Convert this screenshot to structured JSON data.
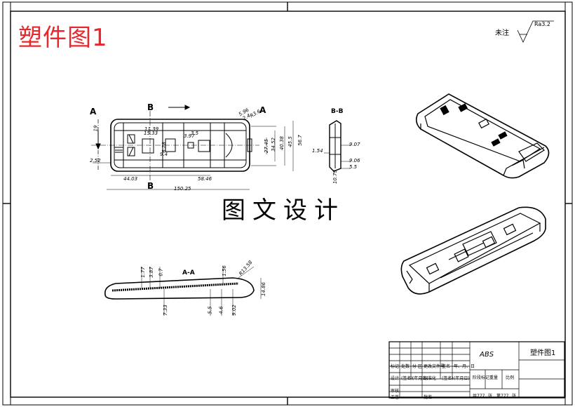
{
  "drawing": {
    "title": "塑件图1",
    "center_title": "图文设计",
    "roughness": {
      "remark": "未注",
      "value": "Ra3.2"
    }
  },
  "views": {
    "front": {
      "section_label_a_left": "A",
      "section_label_a_right": "A",
      "section_label_b_top": "B",
      "section_label_b_bottom": "B"
    },
    "side_title": "B-B",
    "section_title": "A-A"
  },
  "dimensions": {
    "front": [
      "2.52",
      "44.03",
      "58.46",
      "150.25",
      "56.7",
      "45.5",
      "40.38",
      "34.52",
      "27.45",
      "15.33",
      "11.39",
      "5.96",
      "2.4",
      "R3.6",
      "9.4",
      "6.28",
      "3.5",
      "3.97",
      "19"
    ],
    "side": [
      "1.54",
      "9.07",
      "9.06",
      "5.5",
      "10.79"
    ],
    "section": [
      "1.77",
      "3.87",
      "0.7",
      "7.33",
      "1.56",
      "R13.58",
      "5.5",
      "4.6",
      "9.02",
      "14.86"
    ]
  },
  "title_block": {
    "material": "ABS",
    "part_name": "塑件图1",
    "row_labels": [
      "标记",
      "处数",
      "分 区",
      "更改文件号",
      "签名",
      "年、月、日"
    ],
    "row_labels2": [
      "设计",
      "(签名)",
      "(年月日)",
      "标准化",
      "(签名)",
      "(年月日)"
    ],
    "row_labels3": [
      "阶段标记",
      "重量",
      "比例"
    ],
    "row_labels4": [
      "审核",
      "工艺",
      "批准"
    ],
    "footer": [
      "共777",
      "张",
      "第777",
      "张"
    ]
  }
}
